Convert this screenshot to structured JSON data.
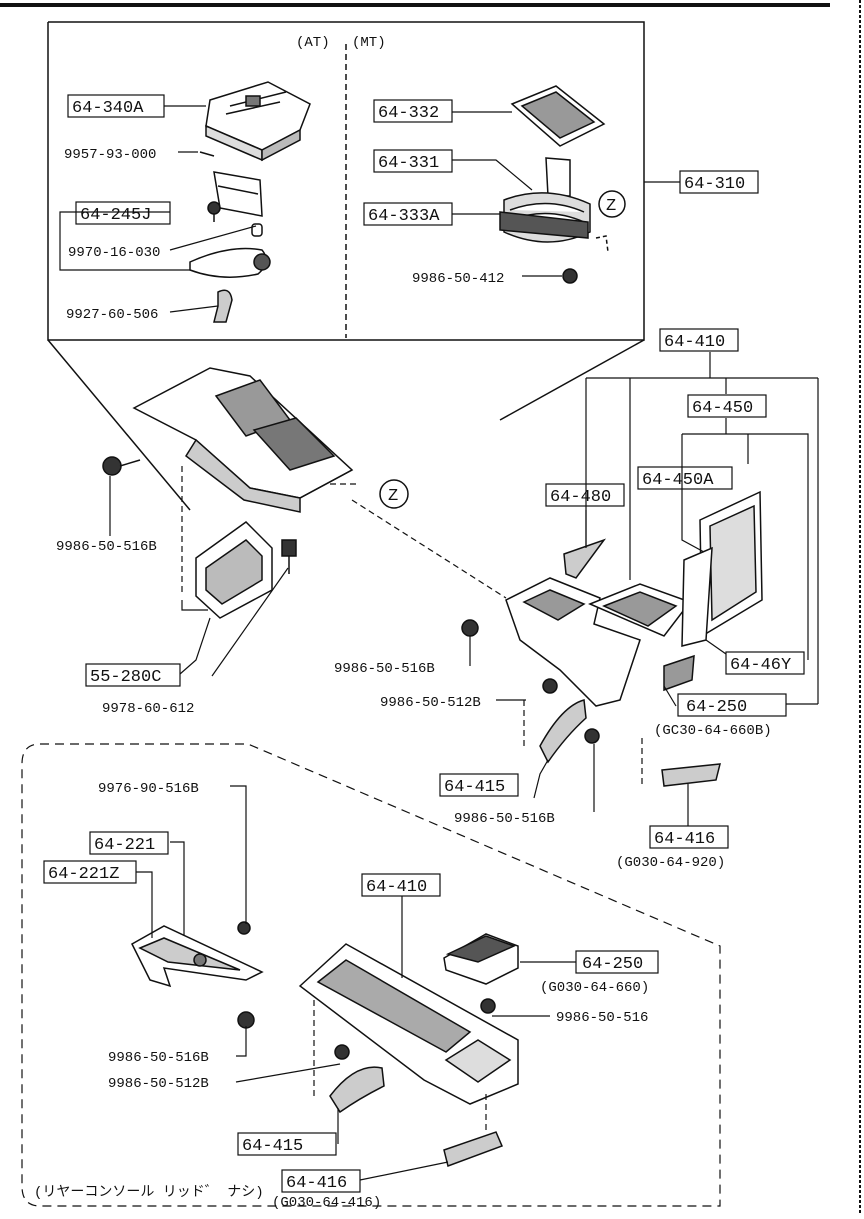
{
  "diagram": {
    "header_labels": {
      "at": "(AT)",
      "mt": "(MT)"
    },
    "boxed_parts": {
      "p64_340A": "64-340A",
      "p64_245J": "64-245J",
      "p64_332": "64-332",
      "p64_331": "64-331",
      "p64_333A": "64-333A",
      "p64_310": "64-310",
      "p64_410_top": "64-410",
      "p64_450": "64-450",
      "p64_450A": "64-450A",
      "p64_480": "64-480",
      "p64_46Y": "64-46Y",
      "p64_250_top": "64-250",
      "p55_280C": "55-280C",
      "p64_415_top": "64-415",
      "p64_416_top": "64-416",
      "p64_221": "64-221",
      "p64_221Z": "64-221Z",
      "p64_410_bot": "64-410",
      "p64_250_bot": "64-250",
      "p64_415_bot": "64-415",
      "p64_416_bot": "64-416"
    },
    "plain_parts": {
      "p9957": "9957-93-000",
      "p9970": "9970-16-030",
      "p9927": "9927-60-506",
      "p9986_412": "9986-50-412",
      "p9986_516B_left": "9986-50-516B",
      "p9978": "9978-60-612",
      "p9986_516B_mid": "9986-50-516B",
      "p9986_512B_mid": "9986-50-512B",
      "p9986_516B_low": "9986-50-516B",
      "p9976": "9976-90-516B",
      "p9986_516": "9986-50-516",
      "p9986_516B_bot": "9986-50-516B",
      "p9986_512B_bot": "9986-50-512B"
    },
    "subcodes": {
      "gc30_660B": "(GC30-64-660B)",
      "g030_920": "(G030-64-920)",
      "g030_660": "(G030-64-660)",
      "g030_416": "(G030-64-416)"
    },
    "markers": {
      "z1": "Z",
      "z2": "Z"
    },
    "note": "(リヤーコンソール リッド゛ ナシ)"
  }
}
